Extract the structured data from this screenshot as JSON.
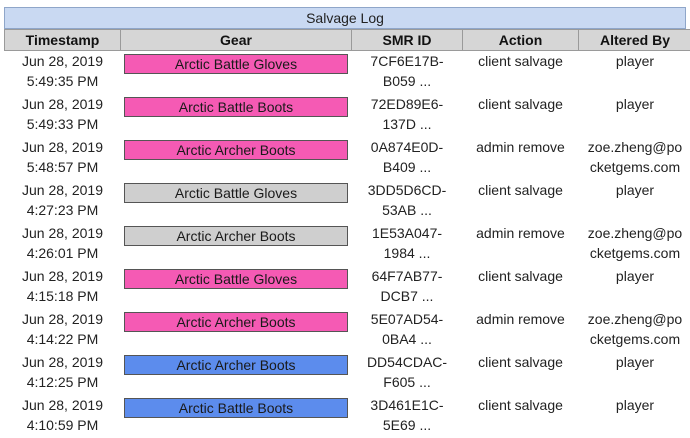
{
  "title": "Salvage Log",
  "columns": [
    "Timestamp",
    "Gear",
    "SMR ID",
    "Action",
    "Altered By"
  ],
  "colors": {
    "pink": "#f55ab4",
    "gray": "#cfcfcf",
    "blue": "#5c8ced"
  },
  "rows": [
    {
      "date": "Jun 28, 2019",
      "time": "5:49:35 PM",
      "gear": "Arctic Battle Gloves",
      "color": "pink",
      "smr1": "7CF6E17B-",
      "smr2": "B059 ...",
      "action": "client salvage",
      "by1": "player",
      "by2": ""
    },
    {
      "date": "Jun 28, 2019",
      "time": "5:49:33 PM",
      "gear": "Arctic Battle Boots",
      "color": "pink",
      "smr1": "72ED89E6-",
      "smr2": "137D ...",
      "action": "client salvage",
      "by1": "player",
      "by2": ""
    },
    {
      "date": "Jun 28, 2019",
      "time": "5:48:57 PM",
      "gear": "Arctic Archer Boots",
      "color": "pink",
      "smr1": "0A874E0D-",
      "smr2": "B409 ...",
      "action": "admin remove",
      "by1": "zoe.zheng@po",
      "by2": "cketgems.com"
    },
    {
      "date": "Jun 28, 2019",
      "time": "4:27:23 PM",
      "gear": "Arctic Battle Gloves",
      "color": "gray",
      "smr1": "3DD5D6CD-",
      "smr2": "53AB ...",
      "action": "client salvage",
      "by1": "player",
      "by2": ""
    },
    {
      "date": "Jun 28, 2019",
      "time": "4:26:01 PM",
      "gear": "Arctic Archer Boots",
      "color": "gray",
      "smr1": "1E53A047-",
      "smr2": "1984 ...",
      "action": "admin remove",
      "by1": "zoe.zheng@po",
      "by2": "cketgems.com"
    },
    {
      "date": "Jun 28, 2019",
      "time": "4:15:18 PM",
      "gear": "Arctic Battle Gloves",
      "color": "pink",
      "smr1": "64F7AB77-",
      "smr2": "DCB7 ...",
      "action": "client salvage",
      "by1": "player",
      "by2": ""
    },
    {
      "date": "Jun 28, 2019",
      "time": "4:14:22 PM",
      "gear": "Arctic Archer Boots",
      "color": "pink",
      "smr1": "5E07AD54-",
      "smr2": "0BA4 ...",
      "action": "admin remove",
      "by1": "zoe.zheng@po",
      "by2": "cketgems.com"
    },
    {
      "date": "Jun 28, 2019",
      "time": "4:12:25 PM",
      "gear": "Arctic Archer Boots",
      "color": "blue",
      "smr1": "DD54CDAC-",
      "smr2": "F605 ...",
      "action": "client salvage",
      "by1": "player",
      "by2": ""
    },
    {
      "date": "Jun 28, 2019",
      "time": "4:10:59 PM",
      "gear": "Arctic Battle Boots",
      "color": "blue",
      "smr1": "3D461E1C-",
      "smr2": "5E69 ...",
      "action": "client salvage",
      "by1": "player",
      "by2": ""
    }
  ]
}
